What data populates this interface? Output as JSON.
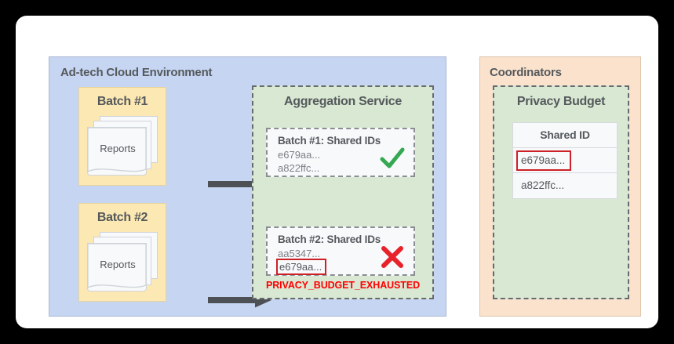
{
  "adtech": {
    "title": "Ad-tech Cloud Environment",
    "batches": [
      {
        "label": "Batch #1",
        "doc_label": "Reports"
      },
      {
        "label": "Batch #2",
        "doc_label": "Reports"
      }
    ],
    "arrow_icon": "right-arrow-icon"
  },
  "aggregation": {
    "title": "Aggregation Service",
    "cards": [
      {
        "title": "Batch #1: Shared IDs",
        "ids": [
          "e679aa...",
          "a822ffc..."
        ],
        "flagged_id": null,
        "status_icon": "green-check-icon"
      },
      {
        "title": "Batch #2: Shared IDs",
        "ids": [
          "aa5347..."
        ],
        "flagged_id": "e679aa...",
        "status_icon": "red-x-icon"
      }
    ],
    "error_text": "PRIVACY_BUDGET_EXHAUSTED"
  },
  "coordinators": {
    "title": "Coordinators",
    "privacy_budget": {
      "title": "Privacy Budget",
      "table": {
        "header": "Shared ID",
        "rows": [
          {
            "value": "e679aa...",
            "flagged": true
          },
          {
            "value": "a822ffc...",
            "flagged": false
          }
        ]
      }
    }
  },
  "colors": {
    "adtech_panel": "#c5d5f2",
    "batch_box": "#fce8b2",
    "service_green": "#d9e8d3",
    "coordinators_orange": "#fbe2cd",
    "error_red": "#ff0000",
    "flag_red": "#cc2127",
    "check_green": "#34a853",
    "x_red": "#e8222a",
    "text_gray": "#55595c",
    "arrow_gray": "#4d5156"
  }
}
